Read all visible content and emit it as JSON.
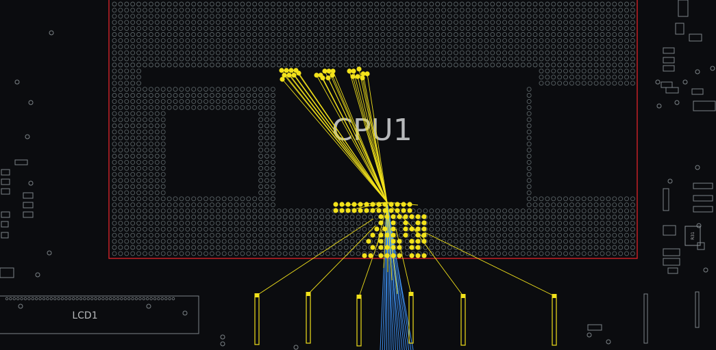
{
  "components": {
    "cpu": {
      "designator": "CPU1",
      "outline_color": "#e0242b"
    },
    "lcd": {
      "designator": "LCD1"
    },
    "small_part": {
      "designator": "R31"
    }
  },
  "net_colors": {
    "selected_ratsnest": "#f2e21b",
    "selected_pads": "#f2e21b",
    "secondary_ratsnest": "#3d8ff0",
    "unselected_pads": "#8a9296",
    "silkscreen": "#8e9599",
    "background": "#0b0c0f"
  }
}
